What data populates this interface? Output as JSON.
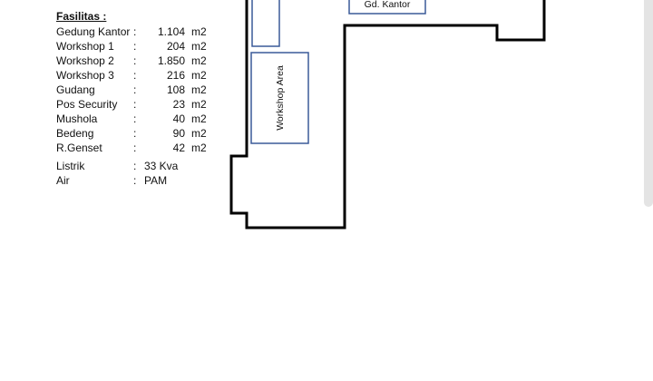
{
  "facilities": {
    "title": "Fasilitas :",
    "items": [
      {
        "name": "Gedung Kantor",
        "colon": ":",
        "value": "1.104",
        "unit": "m2"
      },
      {
        "name": "Workshop 1",
        "colon": ":",
        "value": "204",
        "unit": "m2"
      },
      {
        "name": "Workshop 2",
        "colon": ":",
        "value": "1.850",
        "unit": "m2"
      },
      {
        "name": "Workshop 3",
        "colon": ":",
        "value": "216",
        "unit": "m2"
      },
      {
        "name": "Gudang",
        "colon": ":",
        "value": "108",
        "unit": "m2"
      },
      {
        "name": "Pos Security",
        "colon": ":",
        "value": "23",
        "unit": "m2"
      },
      {
        "name": "Mushola",
        "colon": ":",
        "value": "40",
        "unit": "m2"
      },
      {
        "name": "Bedeng",
        "colon": ":",
        "value": "90",
        "unit": "m2"
      },
      {
        "name": "R.Genset",
        "colon": ":",
        "value": "42",
        "unit": "m2"
      }
    ],
    "listrik": {
      "name": "Listrik",
      "colon": ":",
      "value": "33 Kva"
    },
    "air": {
      "name": "Air",
      "colon": ":",
      "value": "PAM"
    }
  },
  "plan": {
    "office_label": "Gd. Kantor",
    "workshop_label": "Workshop Area",
    "room_outline_color": "#3a5a98",
    "wall_color": "#000000"
  }
}
